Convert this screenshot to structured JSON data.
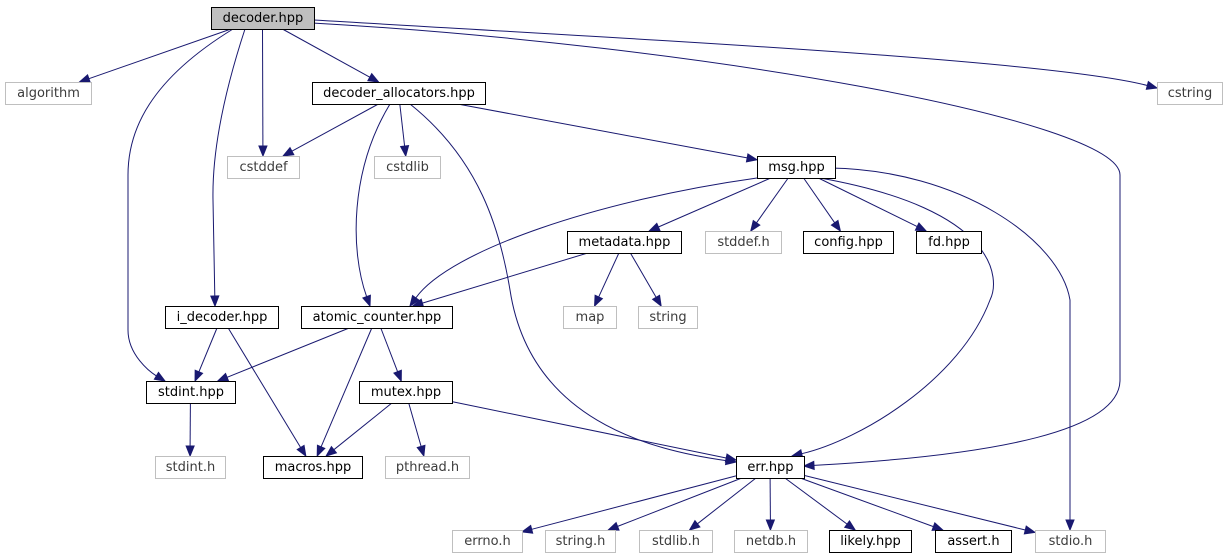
{
  "diagram": {
    "colors": {
      "edge": "#191970",
      "root_fill": "#bfbfbf",
      "local_border": "#000000",
      "external_border": "#bfbfbf"
    },
    "nodes": [
      {
        "id": "decoder",
        "label": "decoder.hpp",
        "kind": "root"
      },
      {
        "id": "algorithm",
        "label": "algorithm",
        "kind": "external"
      },
      {
        "id": "decoder_allocators",
        "label": "decoder_allocators.hpp",
        "kind": "local"
      },
      {
        "id": "cstring",
        "label": "cstring",
        "kind": "external"
      },
      {
        "id": "cstddef",
        "label": "cstddef",
        "kind": "external"
      },
      {
        "id": "cstdlib",
        "label": "cstdlib",
        "kind": "external"
      },
      {
        "id": "msg",
        "label": "msg.hpp",
        "kind": "local"
      },
      {
        "id": "metadata",
        "label": "metadata.hpp",
        "kind": "local"
      },
      {
        "id": "stddef_h",
        "label": "stddef.h",
        "kind": "external"
      },
      {
        "id": "config",
        "label": "config.hpp",
        "kind": "local"
      },
      {
        "id": "fd",
        "label": "fd.hpp",
        "kind": "local"
      },
      {
        "id": "i_decoder",
        "label": "i_decoder.hpp",
        "kind": "local"
      },
      {
        "id": "atomic_counter",
        "label": "atomic_counter.hpp",
        "kind": "local"
      },
      {
        "id": "map",
        "label": "map",
        "kind": "external"
      },
      {
        "id": "string",
        "label": "string",
        "kind": "external"
      },
      {
        "id": "stdint_hpp",
        "label": "stdint.hpp",
        "kind": "local"
      },
      {
        "id": "mutex",
        "label": "mutex.hpp",
        "kind": "local"
      },
      {
        "id": "stdint_h",
        "label": "stdint.h",
        "kind": "external"
      },
      {
        "id": "macros",
        "label": "macros.hpp",
        "kind": "local"
      },
      {
        "id": "pthread",
        "label": "pthread.h",
        "kind": "external"
      },
      {
        "id": "err",
        "label": "err.hpp",
        "kind": "local"
      },
      {
        "id": "errno",
        "label": "errno.h",
        "kind": "external"
      },
      {
        "id": "string_h",
        "label": "string.h",
        "kind": "external"
      },
      {
        "id": "stdlib_h",
        "label": "stdlib.h",
        "kind": "external"
      },
      {
        "id": "netdb",
        "label": "netdb.h",
        "kind": "external"
      },
      {
        "id": "likely",
        "label": "likely.hpp",
        "kind": "local"
      },
      {
        "id": "assert",
        "label": "assert.h",
        "kind": "local"
      },
      {
        "id": "stdio",
        "label": "stdio.h",
        "kind": "external"
      }
    ],
    "edges": [
      [
        "decoder",
        "algorithm"
      ],
      [
        "decoder",
        "decoder_allocators"
      ],
      [
        "decoder",
        "cstring"
      ],
      [
        "decoder",
        "cstddef"
      ],
      [
        "decoder",
        "i_decoder"
      ],
      [
        "decoder",
        "stdint_hpp"
      ],
      [
        "decoder",
        "err"
      ],
      [
        "decoder_allocators",
        "cstddef"
      ],
      [
        "decoder_allocators",
        "cstdlib"
      ],
      [
        "decoder_allocators",
        "msg"
      ],
      [
        "decoder_allocators",
        "atomic_counter"
      ],
      [
        "decoder_allocators",
        "err"
      ],
      [
        "msg",
        "metadata"
      ],
      [
        "msg",
        "stddef_h"
      ],
      [
        "msg",
        "config"
      ],
      [
        "msg",
        "fd"
      ],
      [
        "msg",
        "atomic_counter"
      ],
      [
        "msg",
        "err"
      ],
      [
        "msg",
        "stdio"
      ],
      [
        "metadata",
        "map"
      ],
      [
        "metadata",
        "string"
      ],
      [
        "metadata",
        "atomic_counter"
      ],
      [
        "i_decoder",
        "stdint_hpp"
      ],
      [
        "i_decoder",
        "macros"
      ],
      [
        "atomic_counter",
        "stdint_hpp"
      ],
      [
        "atomic_counter",
        "macros"
      ],
      [
        "atomic_counter",
        "mutex"
      ],
      [
        "stdint_hpp",
        "stdint_h"
      ],
      [
        "mutex",
        "macros"
      ],
      [
        "mutex",
        "pthread"
      ],
      [
        "mutex",
        "err"
      ],
      [
        "err",
        "errno"
      ],
      [
        "err",
        "string_h"
      ],
      [
        "err",
        "stdlib_h"
      ],
      [
        "err",
        "netdb"
      ],
      [
        "err",
        "likely"
      ],
      [
        "err",
        "assert"
      ],
      [
        "err",
        "stdio"
      ]
    ]
  }
}
